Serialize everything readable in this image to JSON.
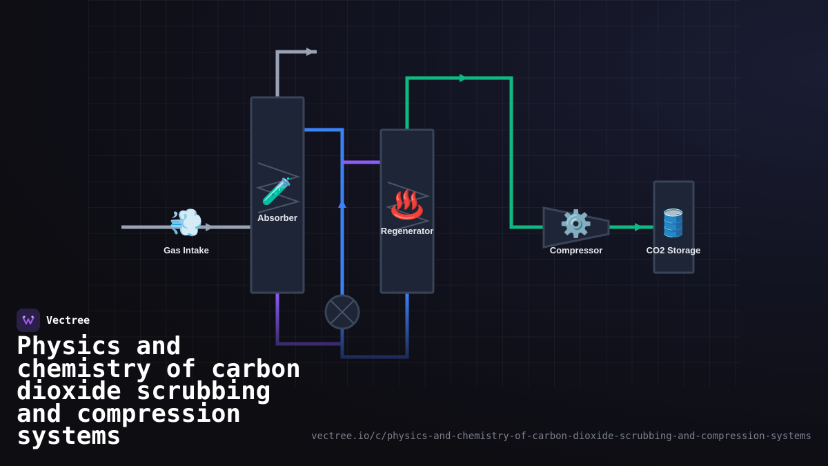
{
  "diagram": {
    "nodes": {
      "gas_intake": {
        "label": "Gas Intake",
        "icon": "💨"
      },
      "absorber": {
        "label": "Absorber",
        "icon": "🧪"
      },
      "regenerator": {
        "label": "Regenerator",
        "icon": "♨️"
      },
      "compressor": {
        "label": "Compressor",
        "icon": "⚙️"
      },
      "co2_storage": {
        "label": "CO2 Storage",
        "icon": "🛢️"
      }
    },
    "colors": {
      "gas": "#9aa3b5",
      "lean_solvent": "#3b82f6",
      "rich_solvent": "#8b5cf6",
      "co2": "#10b981",
      "vessel_fill": "#1e2536",
      "vessel_stroke": "#3a4458"
    }
  },
  "brand": {
    "name": "Vectree",
    "logo_icon": "vectree-logo-icon"
  },
  "title": "Physics and chemistry of carbon dioxide scrubbing and compression systems",
  "url": "vectree.io/c/physics-and-chemistry-of-carbon-dioxide-scrubbing-and-compression-systems"
}
